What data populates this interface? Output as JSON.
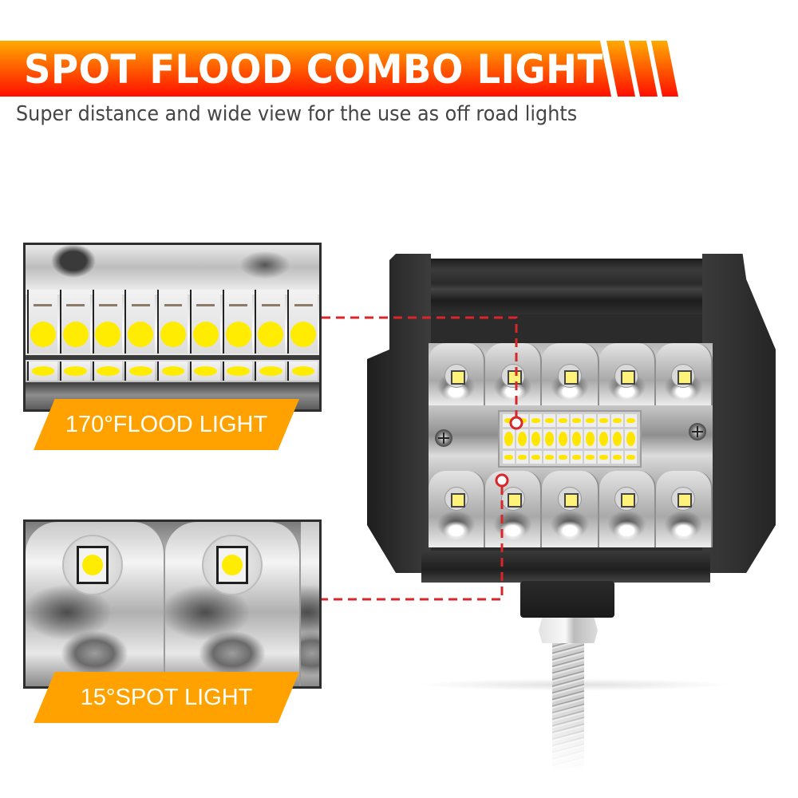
{
  "header": {
    "title": "SPOT FLOOD COMBO LIGHT",
    "subtitle": "Super distance and wide view for the use as off road lights",
    "gradient_top": "#FFAA00",
    "gradient_bottom": "#FF0E00"
  },
  "callouts": [
    {
      "label": "170°FLOOD LIGHT",
      "inset_image": "flood-led-closeup",
      "target": "center-led-strip"
    },
    {
      "label": "15°SPOT LIGHT",
      "inset_image": "spot-led-closeup",
      "target": "reflector-led"
    }
  ],
  "product": {
    "name": "led-work-light-pod",
    "spot_leds_top_row": 5,
    "spot_leds_bottom_row": 5,
    "flood_strip_rows": 3,
    "flood_strip_leds_per_row": 10
  },
  "colors": {
    "badge": "#FFA200",
    "connector_line": "#D9262B",
    "inset_border": "#2E2E2E",
    "subtitle_text": "#454545",
    "led_yellow": "#FFEC00"
  }
}
